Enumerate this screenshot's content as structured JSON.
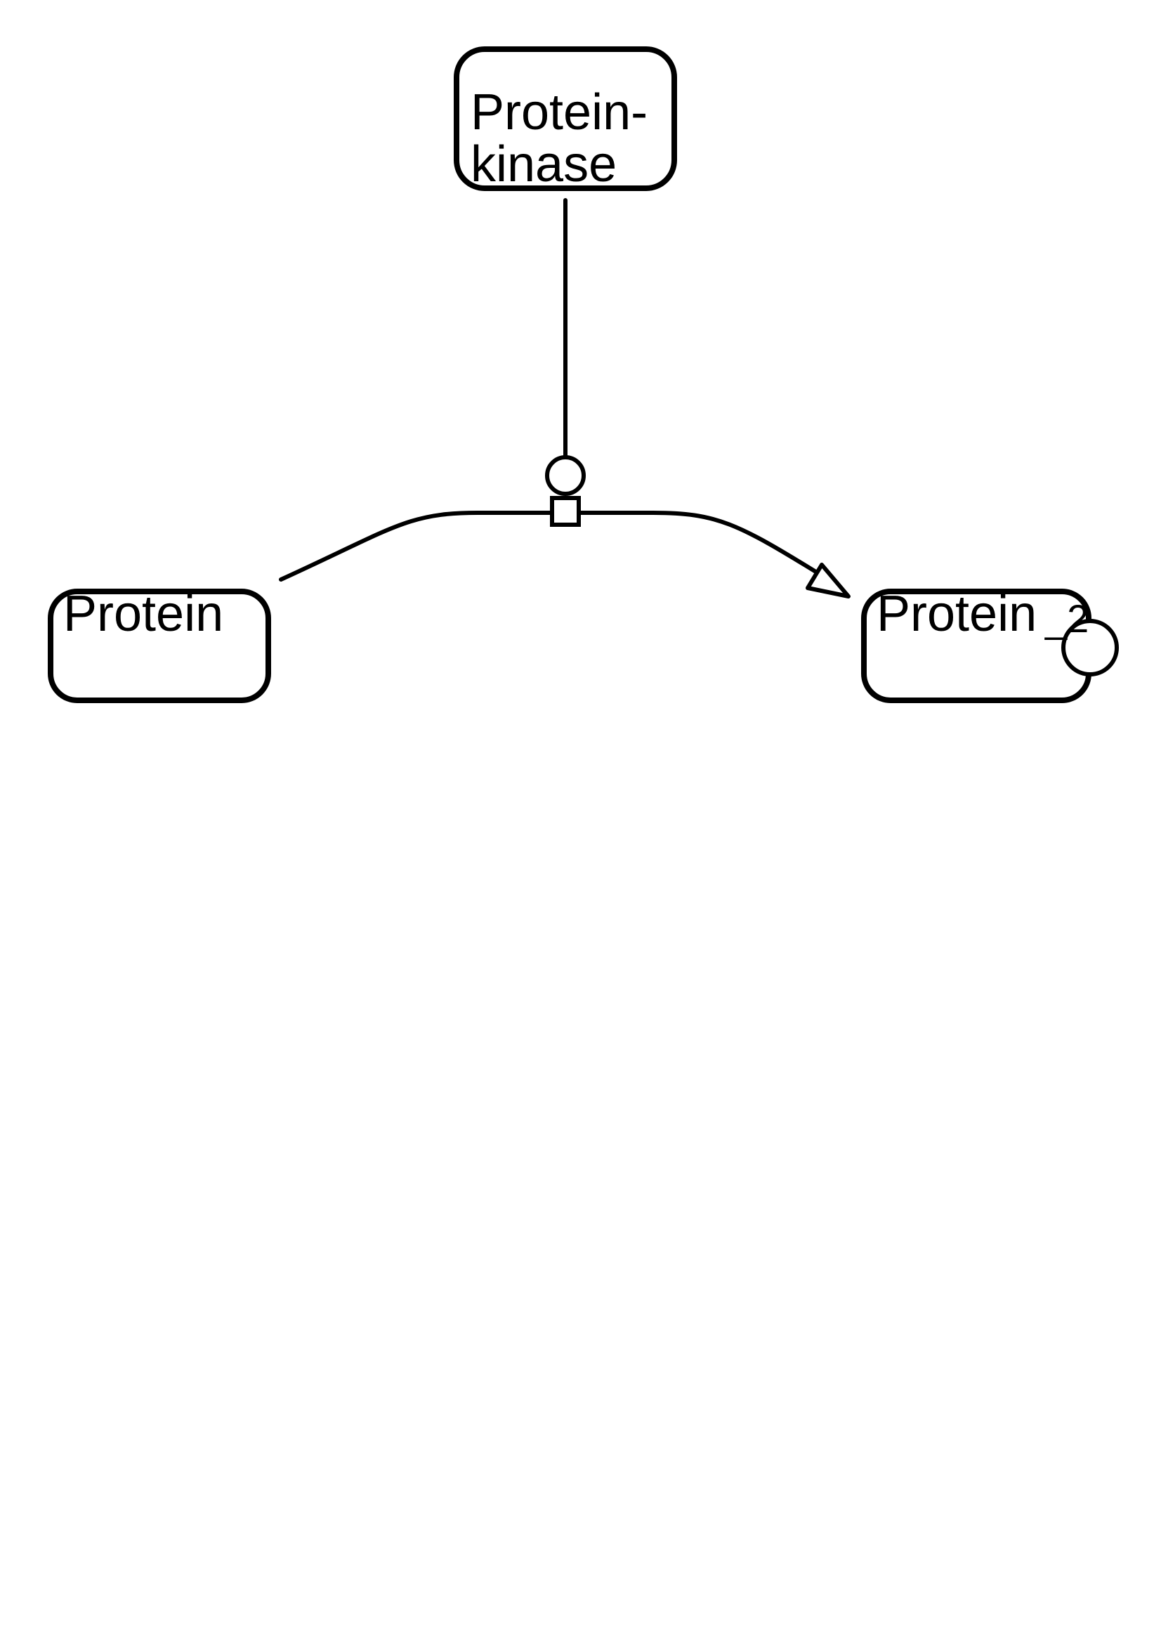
{
  "nodes": {
    "kinase": {
      "line1": "Protein-",
      "line2": "kinase"
    },
    "substrate": {
      "label": "Protein"
    },
    "product": {
      "label": "Protein",
      "state_value": "_2"
    }
  },
  "edges": {
    "catalysis": {
      "from": "Protein-kinase",
      "to": "process",
      "type": "catalysis"
    },
    "conversion": {
      "from": "Protein",
      "to": "Protein",
      "type": "production"
    }
  },
  "colors": {
    "stroke": "#000000",
    "fill": "#ffffff"
  }
}
